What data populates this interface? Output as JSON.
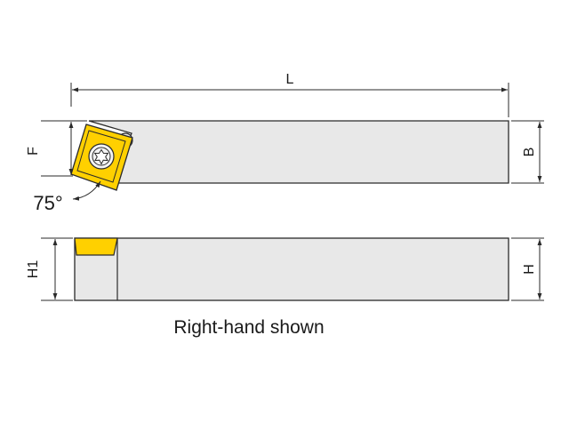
{
  "labels": {
    "length": "L",
    "f_dim": "F",
    "b_dim": "B",
    "h1_dim": "H1",
    "h_dim": "H",
    "angle": "75°"
  },
  "caption": "Right-hand shown",
  "colors": {
    "body_fill": "#e8e8e8",
    "insert_fill": "#ffd000",
    "outline": "#2a2a2a"
  },
  "icons": {
    "screw": "torx-screw-icon",
    "clamp": "clamp-pin-icon"
  }
}
